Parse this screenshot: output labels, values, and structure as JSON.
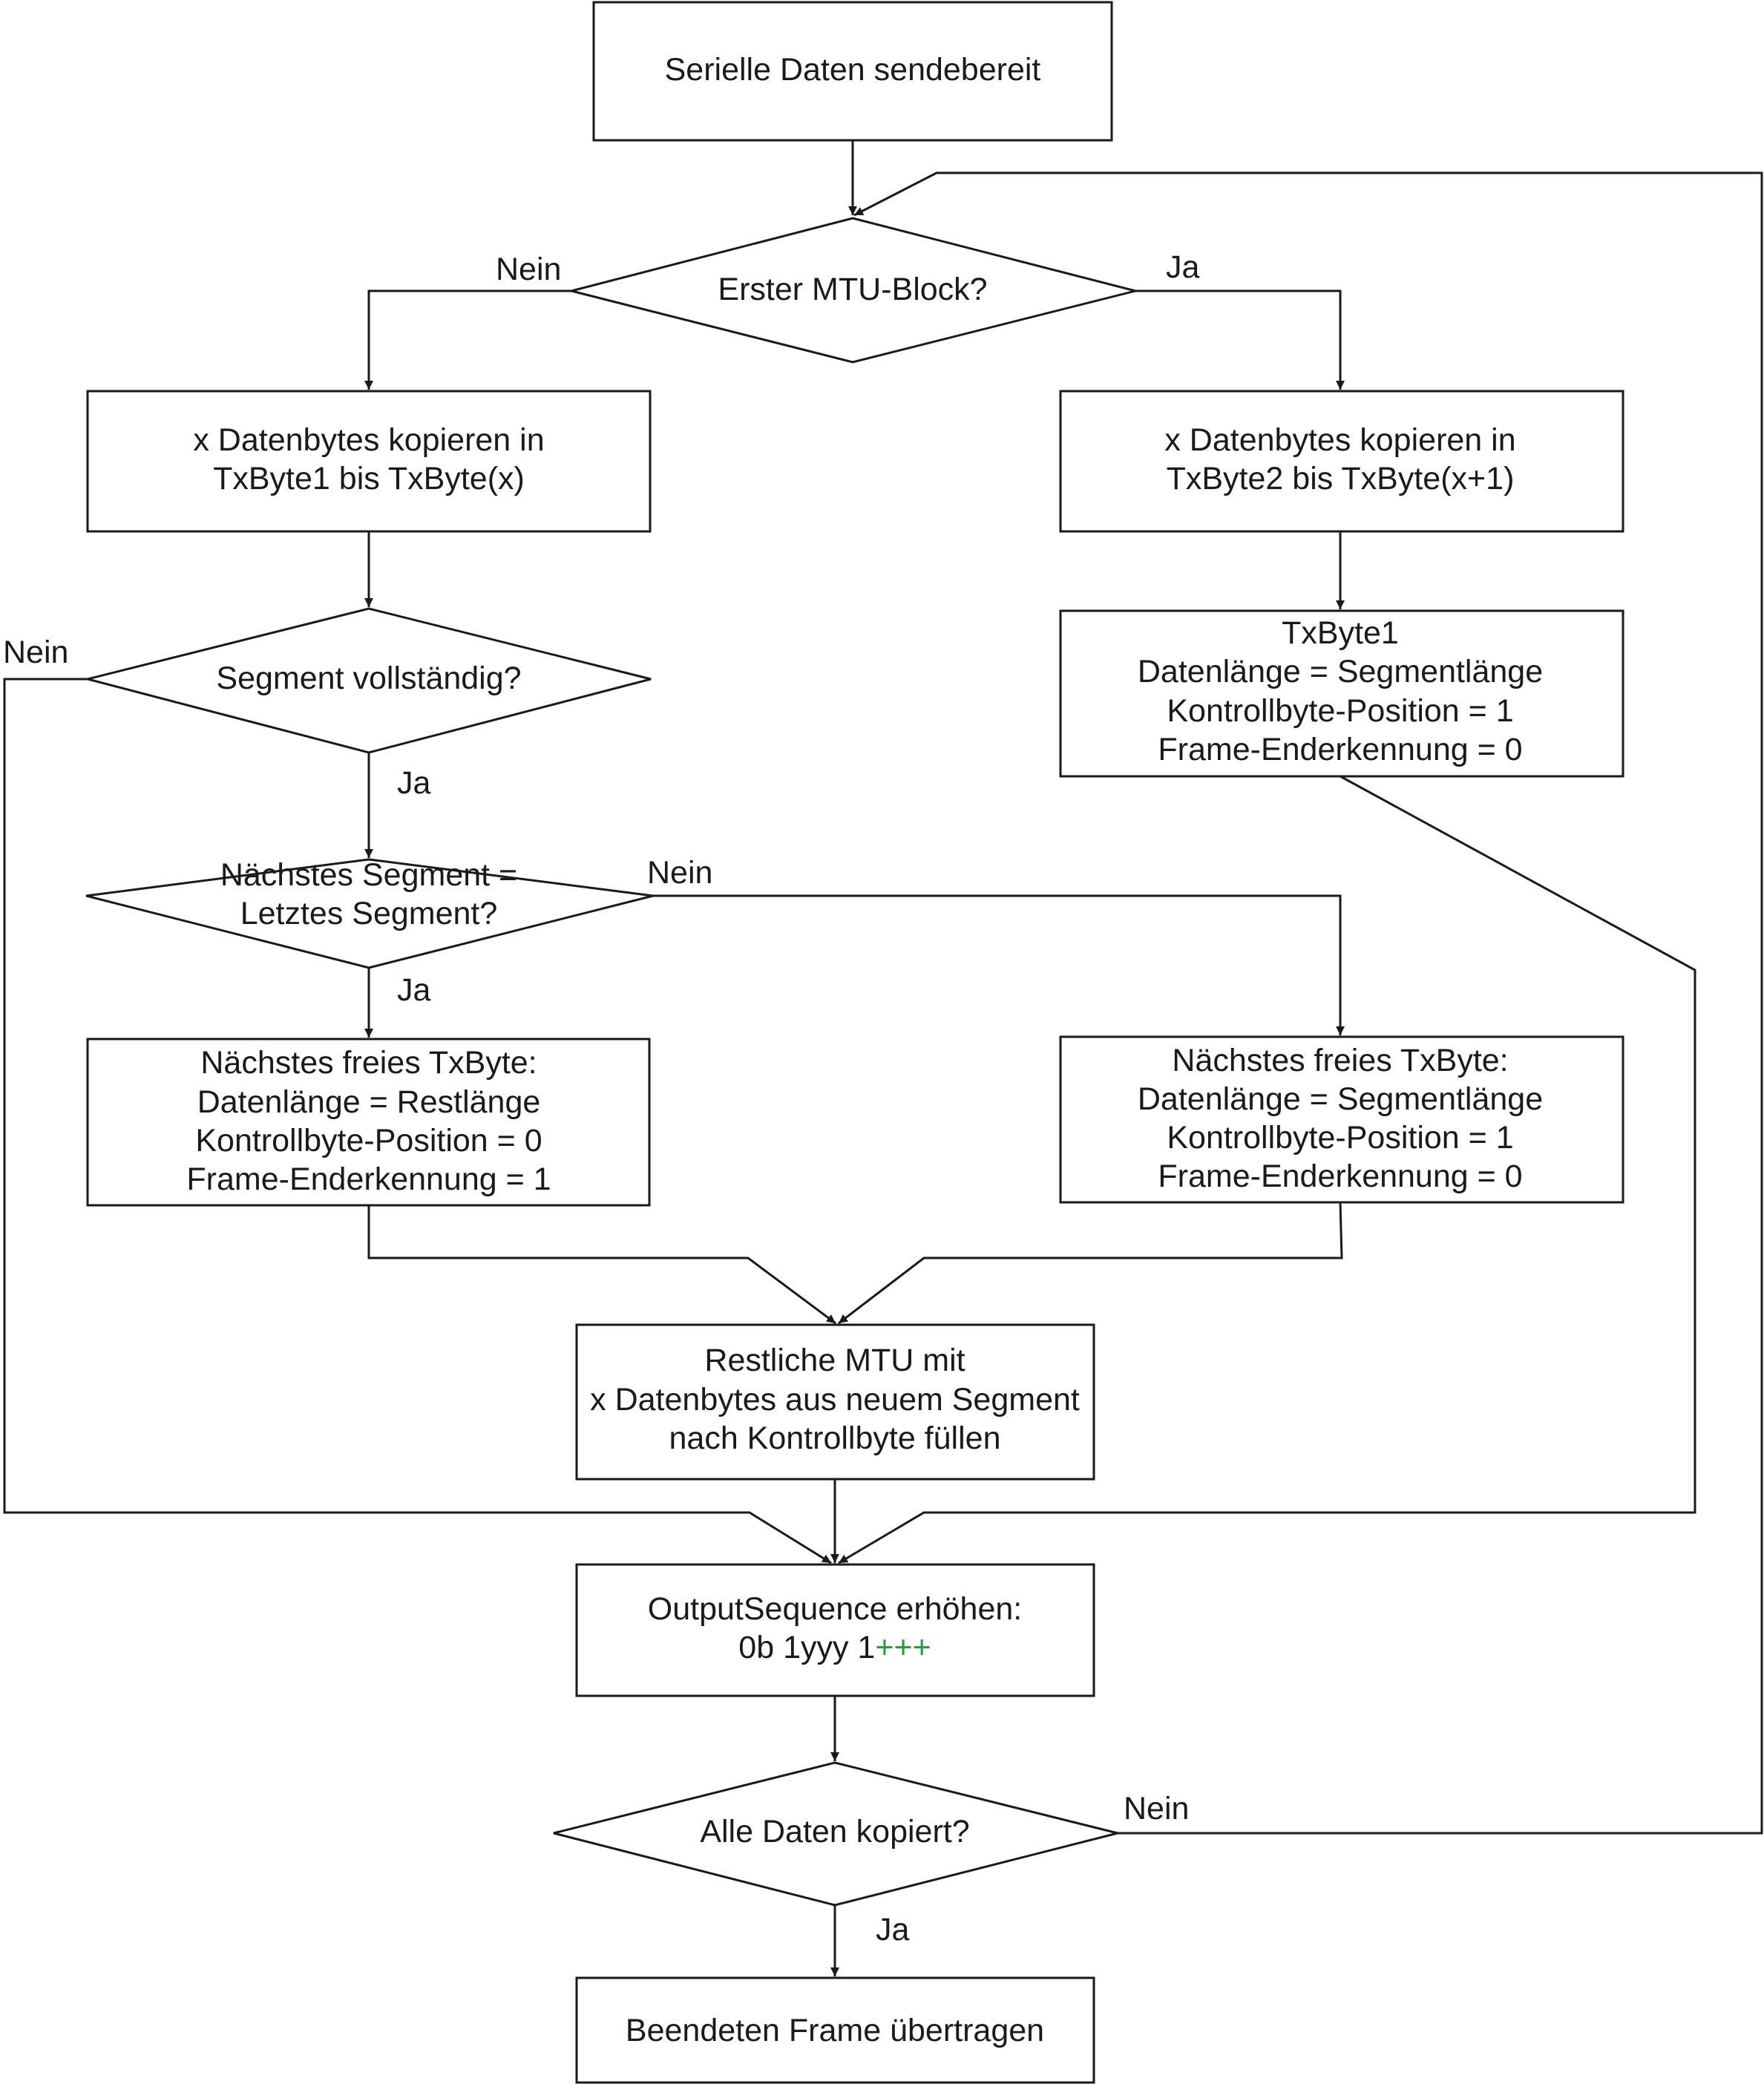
{
  "accent_color": "#2a9d3a",
  "nodes": {
    "start": {
      "lines": [
        "Serielle Daten sendebereit"
      ]
    },
    "first_block": {
      "lines": [
        "Erster MTU-Block?"
      ]
    },
    "copy_left": {
      "lines": [
        "x Datenbytes kopieren in",
        "TxByte1 bis TxByte(x)"
      ]
    },
    "copy_right": {
      "lines": [
        "x Datenbytes kopieren in",
        "TxByte2 bis TxByte(x+1)"
      ]
    },
    "txbyte1": {
      "lines": [
        "TxByte1",
        "Datenlänge = Segmentlänge",
        "Kontrollbyte-Position = 1",
        "Frame-Enderkennung = 0"
      ]
    },
    "segment_complete": {
      "lines": [
        "Segment vollständig?"
      ]
    },
    "next_is_last": {
      "lines": [
        "Nächstes Segment =",
        "Letztes Segment?"
      ]
    },
    "free_left": {
      "lines": [
        "Nächstes freies TxByte:",
        "Datenlänge = Restlänge",
        "Kontrollbyte-Position = 0",
        "Frame-Enderkennung = 1"
      ]
    },
    "free_right": {
      "lines": [
        "Nächstes freies TxByte:",
        "Datenlänge = Segmentlänge",
        "Kontrollbyte-Position = 1",
        "Frame-Enderkennung = 0"
      ]
    },
    "fill_rest": {
      "lines": [
        "Restliche MTU mit",
        "x Datenbytes aus neuem Segment",
        "nach Kontrollbyte füllen"
      ]
    },
    "increment": {
      "lines": [
        "OutputSequence erhöhen:"
      ],
      "code_prefix": "0b 1yyy 1",
      "code_suffix": "+++"
    },
    "all_copied": {
      "lines": [
        "Alle Daten kopiert?"
      ]
    },
    "transmit": {
      "lines": [
        "Beendeten Frame übertragen"
      ]
    }
  },
  "edge_labels": {
    "first_block_no": "Nein",
    "first_block_yes": "Ja",
    "segment_complete_no": "Nein",
    "segment_complete_yes": "Ja",
    "next_is_last_no": "Nein",
    "next_is_last_yes": "Ja",
    "all_copied_no": "Nein",
    "all_copied_yes": "Ja"
  }
}
